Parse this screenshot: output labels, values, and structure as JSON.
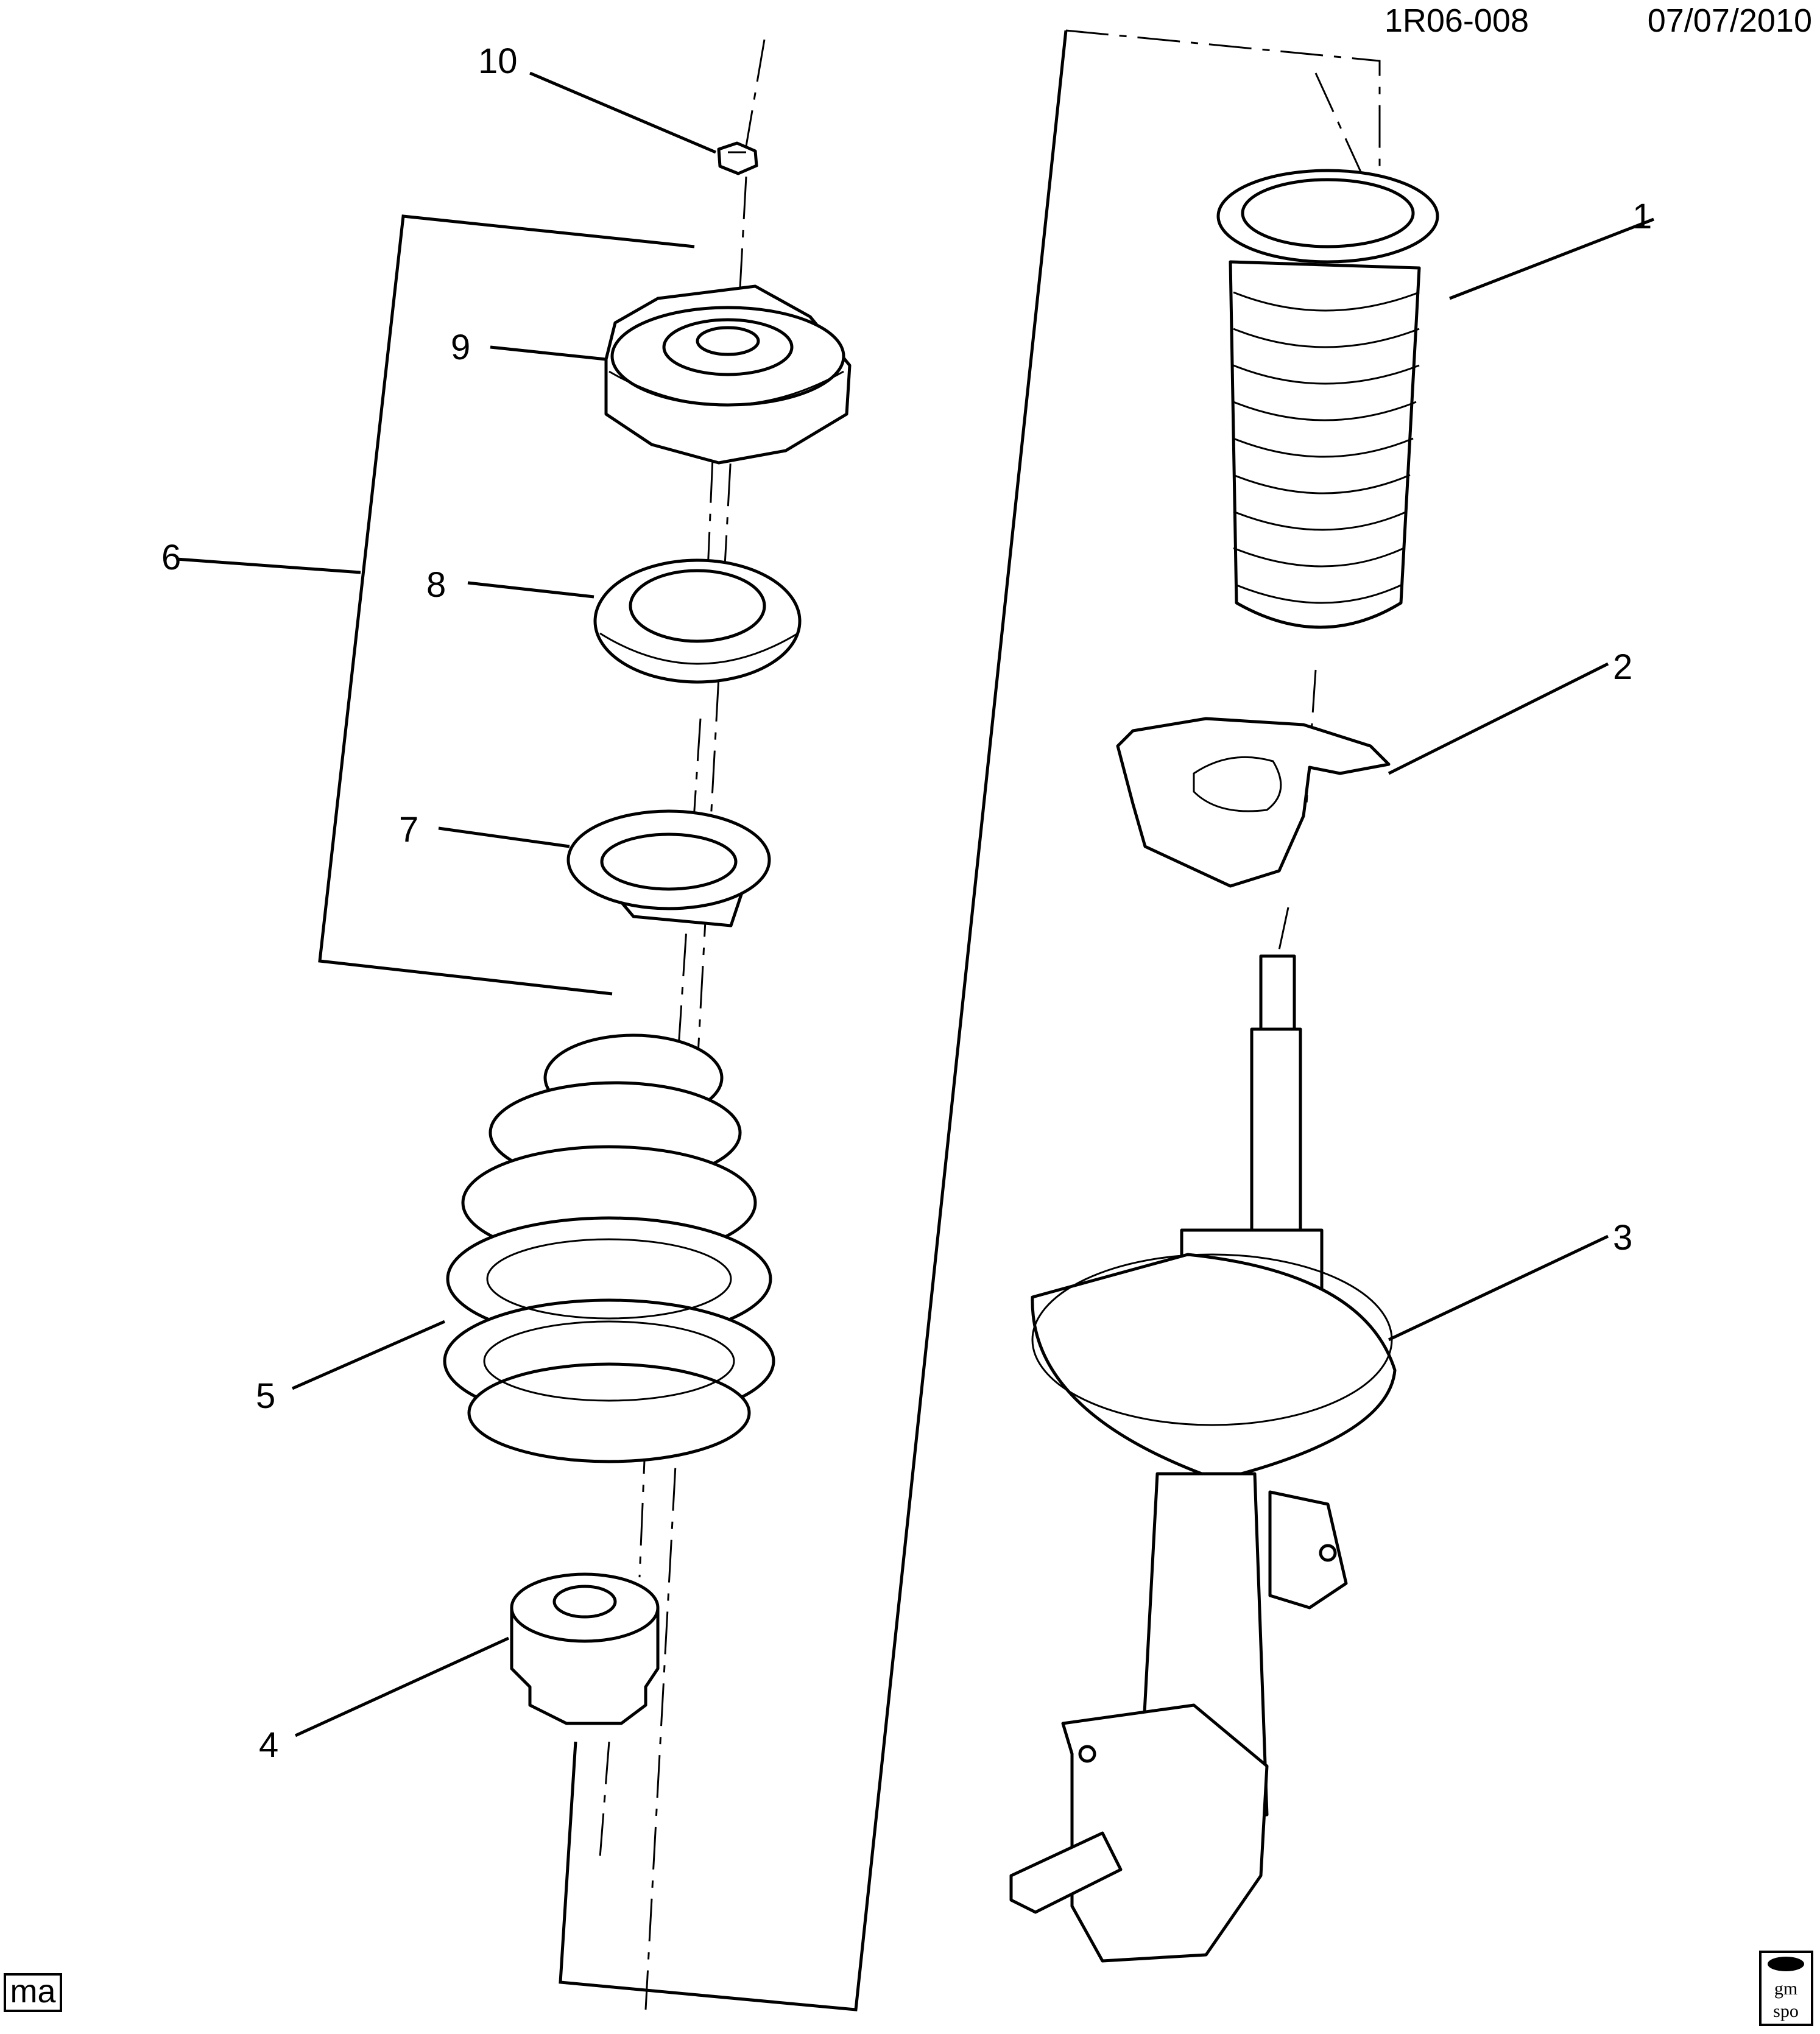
{
  "header": {
    "drawing_id": "1R06-008",
    "date": "07/07/2010"
  },
  "footer": {
    "left_tag": "ma",
    "logo_text_top": "gm",
    "logo_text_bottom": "spo"
  },
  "callouts": {
    "c1": "1",
    "c2": "2",
    "c3": "3",
    "c4": "4",
    "c5": "5",
    "c6": "6",
    "c7": "7",
    "c8": "8",
    "c9": "9",
    "c10": "10"
  }
}
